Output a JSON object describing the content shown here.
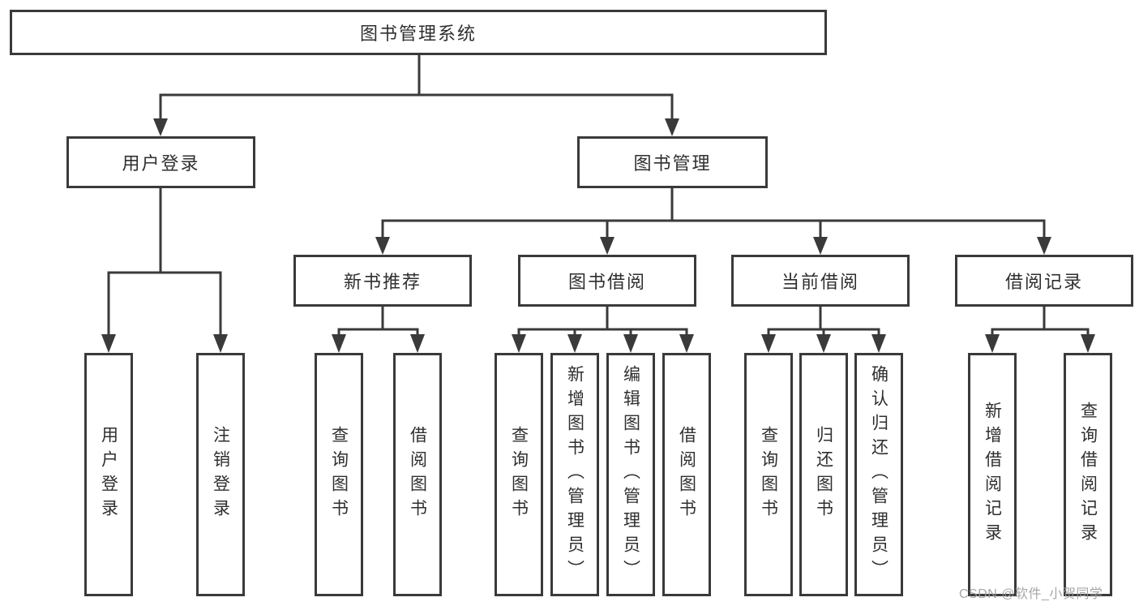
{
  "colors": {
    "line": "#3a3a3a",
    "boxtext": "#2f2f2f",
    "watermark": "#9d9d9d"
  },
  "tree": {
    "label": "图书管理系统",
    "children": [
      {
        "label": "用户登录",
        "children": [
          {
            "label": "用户登录"
          },
          {
            "label": "注销登录"
          }
        ]
      },
      {
        "label": "图书管理",
        "children": [
          {
            "label": "新书推荐",
            "children": [
              {
                "label": "查询图书"
              },
              {
                "label": "借阅图书"
              }
            ]
          },
          {
            "label": "图书借阅",
            "children": [
              {
                "label": "查询图书"
              },
              {
                "label": "新增图书（管理员）"
              },
              {
                "label": "编辑图书（管理员）"
              },
              {
                "label": "借阅图书"
              }
            ]
          },
          {
            "label": "当前借阅",
            "children": [
              {
                "label": "查询图书"
              },
              {
                "label": "归还图书"
              },
              {
                "label": "确认归还（管理员）"
              }
            ]
          },
          {
            "label": "借阅记录",
            "children": [
              {
                "label": "新增借阅记录"
              },
              {
                "label": "查询借阅记录"
              }
            ]
          }
        ]
      }
    ]
  },
  "watermark": {
    "text": "CSDN @软件_小贺同学"
  }
}
